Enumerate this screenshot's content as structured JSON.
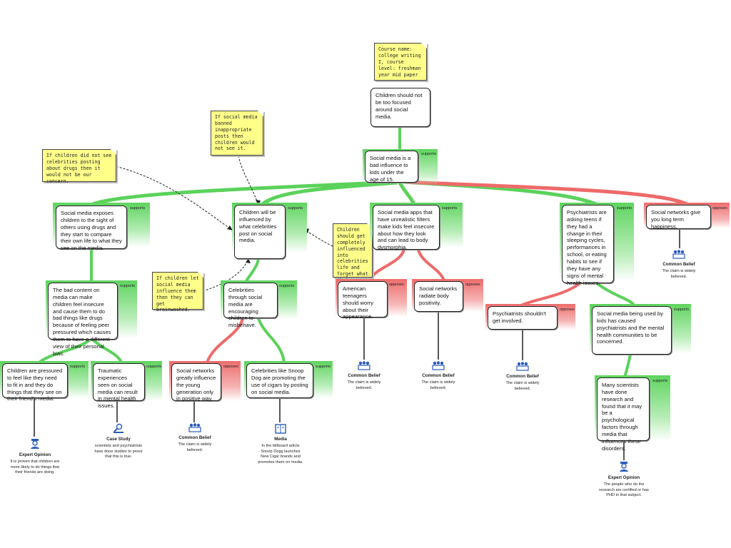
{
  "colors": {
    "supports": "#5bd25b",
    "opposes": "#ee6a6a",
    "note": "#ffff8a"
  },
  "relations": {
    "supports": "supports",
    "opposes": "opposes"
  },
  "notes": [
    "Course name: college writing I, course level: freshman year mid paper",
    "If social media banned inappropriate posts then children would not see it.",
    "If children did not see celebrities posting about drugs then it would not be our concern.",
    "Children should get completely influenced into celebrities life and forget what their parents taught them.",
    "If children let social media influence them then they can get brainwashed."
  ],
  "claims": {
    "root": "Children should not be too focused around social media.",
    "r1": "Social media is a bad influence to kids under the age of 15.",
    "a": "Social media exposes children to the sight of others using drugs and they start to compare their own life to what they see on the media.",
    "b": "Children will be influenced by what celebrities post on social media.",
    "c": "Social media apps that have unrealistic filters make kids feel insecure about how they look and can lead to body dysmorphia.",
    "d": "Psychiatrists are asking teens if they had a change in their sleeping cycles, performances in school, or eating habits to see if they have any signs of mental health issues.",
    "e": "Social networks give you long term happiness.",
    "a1": "The bad content on media can make children feel insecure and cause them to do bad things like drugs because of feeling peer pressured which causes them to have a different view of their personal bias.",
    "a1a": "Children are pressured to feel like they need to fit in and they do things that they see on their friend's media.",
    "a1b": "Traumatic experiences seen on social media can result in mental health issues.",
    "b1": "Celebrities through social media are encouraging children to misbehave.",
    "b1a": "Social networks greatly influence the young generation only in positive way.",
    "b1b": "Celebrities like Snoop Dog are promoting the use of cigars by posting on social media.",
    "c1": "American teenagers should worry about their appearance.",
    "c2": "Social networks radiate body positivity.",
    "d1": "Psychiatrists shouldn't get involved.",
    "d2": "Social media being used by kids has caused psychiatrists and the mental health communities to be concerned.",
    "d2a": "Many scientists have done research and found that it may be a psychological factors through media that influences these disorders."
  },
  "evidence": [
    {
      "type": "Expert Opinion",
      "icon": "expert-opinion-icon",
      "text": "It is proven that children are more likely to do things that their friends are doing."
    },
    {
      "type": "Case Study",
      "icon": "case-study-icon",
      "text": "scientists and psychiatrists have done studies to prove that this is true."
    },
    {
      "type": "Common Belief",
      "icon": "common-belief-icon",
      "text": "The claim is widely believed."
    },
    {
      "type": "Media",
      "icon": "media-icon",
      "text": "In the billboard article Snoop Dogg launches New Cigar brands and promotes them on media."
    },
    {
      "type": "Common Belief",
      "icon": "common-belief-icon",
      "text": "The claim is widely believed."
    },
    {
      "type": "Common Belief",
      "icon": "common-belief-icon",
      "text": "The claim is widely believed."
    },
    {
      "type": "Common Belief",
      "icon": "common-belief-icon",
      "text": "The claim is widely believed."
    },
    {
      "type": "Expert Opinion",
      "icon": "expert-opinion-icon",
      "text": "The people who do the research are certified or has PHD in that subject."
    },
    {
      "type": "Common Belief",
      "icon": "common-belief-icon",
      "text": "The claim is widely believed."
    }
  ]
}
